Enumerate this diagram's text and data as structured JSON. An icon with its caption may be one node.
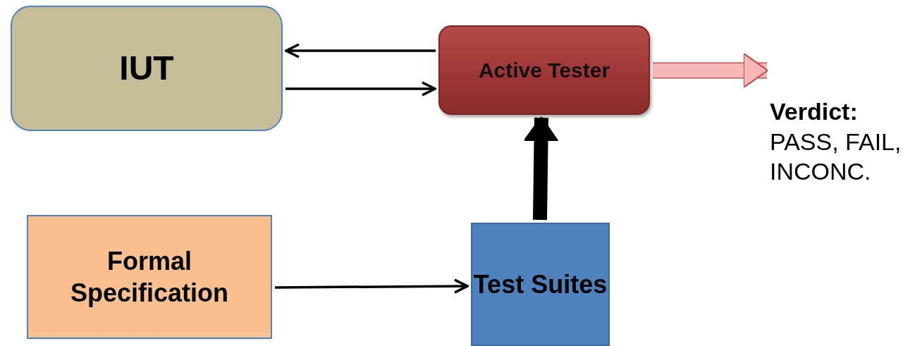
{
  "diagram": {
    "nodes": [
      {
        "text": [
          "IUT"
        ]
      },
      {
        "text": [
          "Active Tester"
        ]
      },
      {
        "text": [
          "Verdict:",
          "PASS, FAIL, INCONC."
        ]
      },
      {
        "text": [
          "Formal Specification"
        ]
      },
      {
        "text": [
          "Test Suites"
        ]
      }
    ],
    "edges": [
      {
        "from": 1,
        "to": 0,
        "arrow": "to"
      },
      {
        "from": 0,
        "to": 1,
        "arrow": "to"
      },
      {
        "from": 1,
        "to": 2,
        "arrow": "to",
        "style": "thick",
        "color": "#f7b7b7"
      },
      {
        "from": 4,
        "to": 1,
        "arrow": "to",
        "style": "thick"
      },
      {
        "from": 3,
        "to": 4,
        "arrow": "to"
      }
    ]
  }
}
